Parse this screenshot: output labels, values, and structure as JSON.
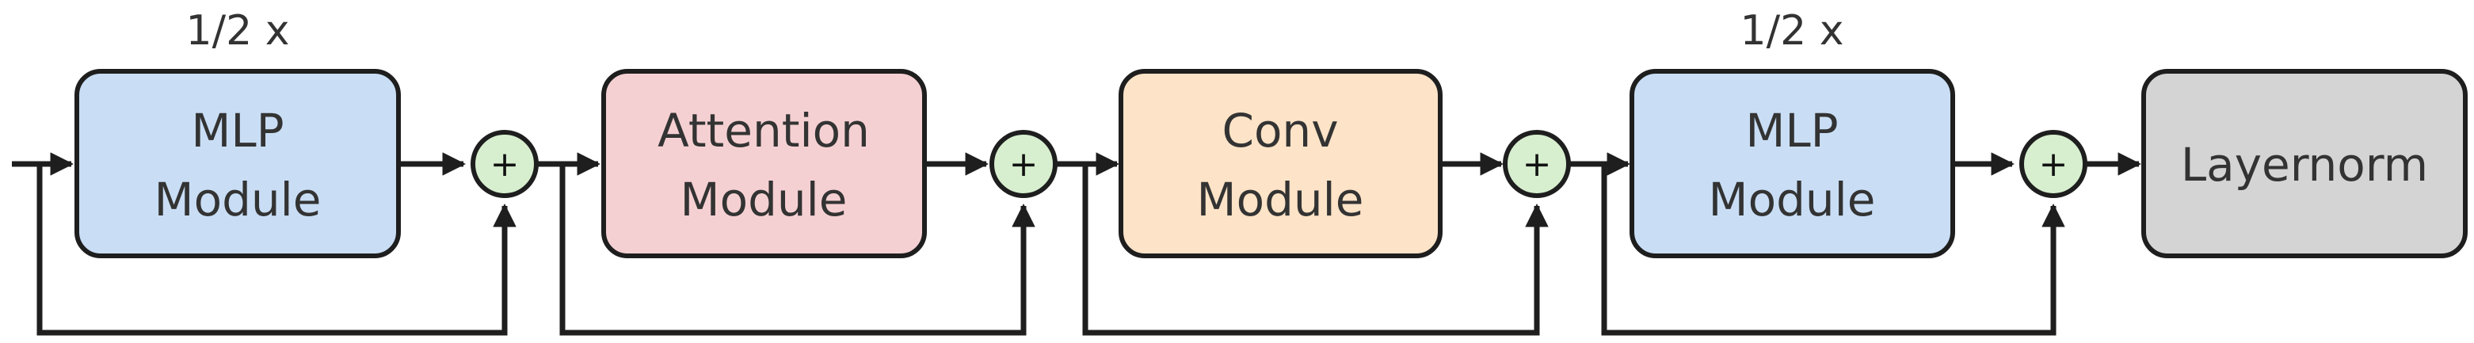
{
  "blocks": [
    {
      "id": "mlp1",
      "line1": "MLP",
      "line2": "Module",
      "fill": "#c9def5",
      "scale": "1/2 x"
    },
    {
      "id": "attn",
      "line1": "Attention",
      "line2": "Module",
      "fill": "#f5d0d2",
      "scale": ""
    },
    {
      "id": "conv",
      "line1": "Conv",
      "line2": "Module",
      "fill": "#fde3c7",
      "scale": ""
    },
    {
      "id": "mlp2",
      "line1": "MLP",
      "line2": "Module",
      "fill": "#c9def5",
      "scale": "1/2 x"
    },
    {
      "id": "ln",
      "line1": "Layernorm",
      "line2": "",
      "fill": "#d4d4d4",
      "scale": ""
    }
  ],
  "adder_symbol": "+",
  "colors": {
    "stroke": "#1e1e1e",
    "adder": "#d7efcf"
  }
}
